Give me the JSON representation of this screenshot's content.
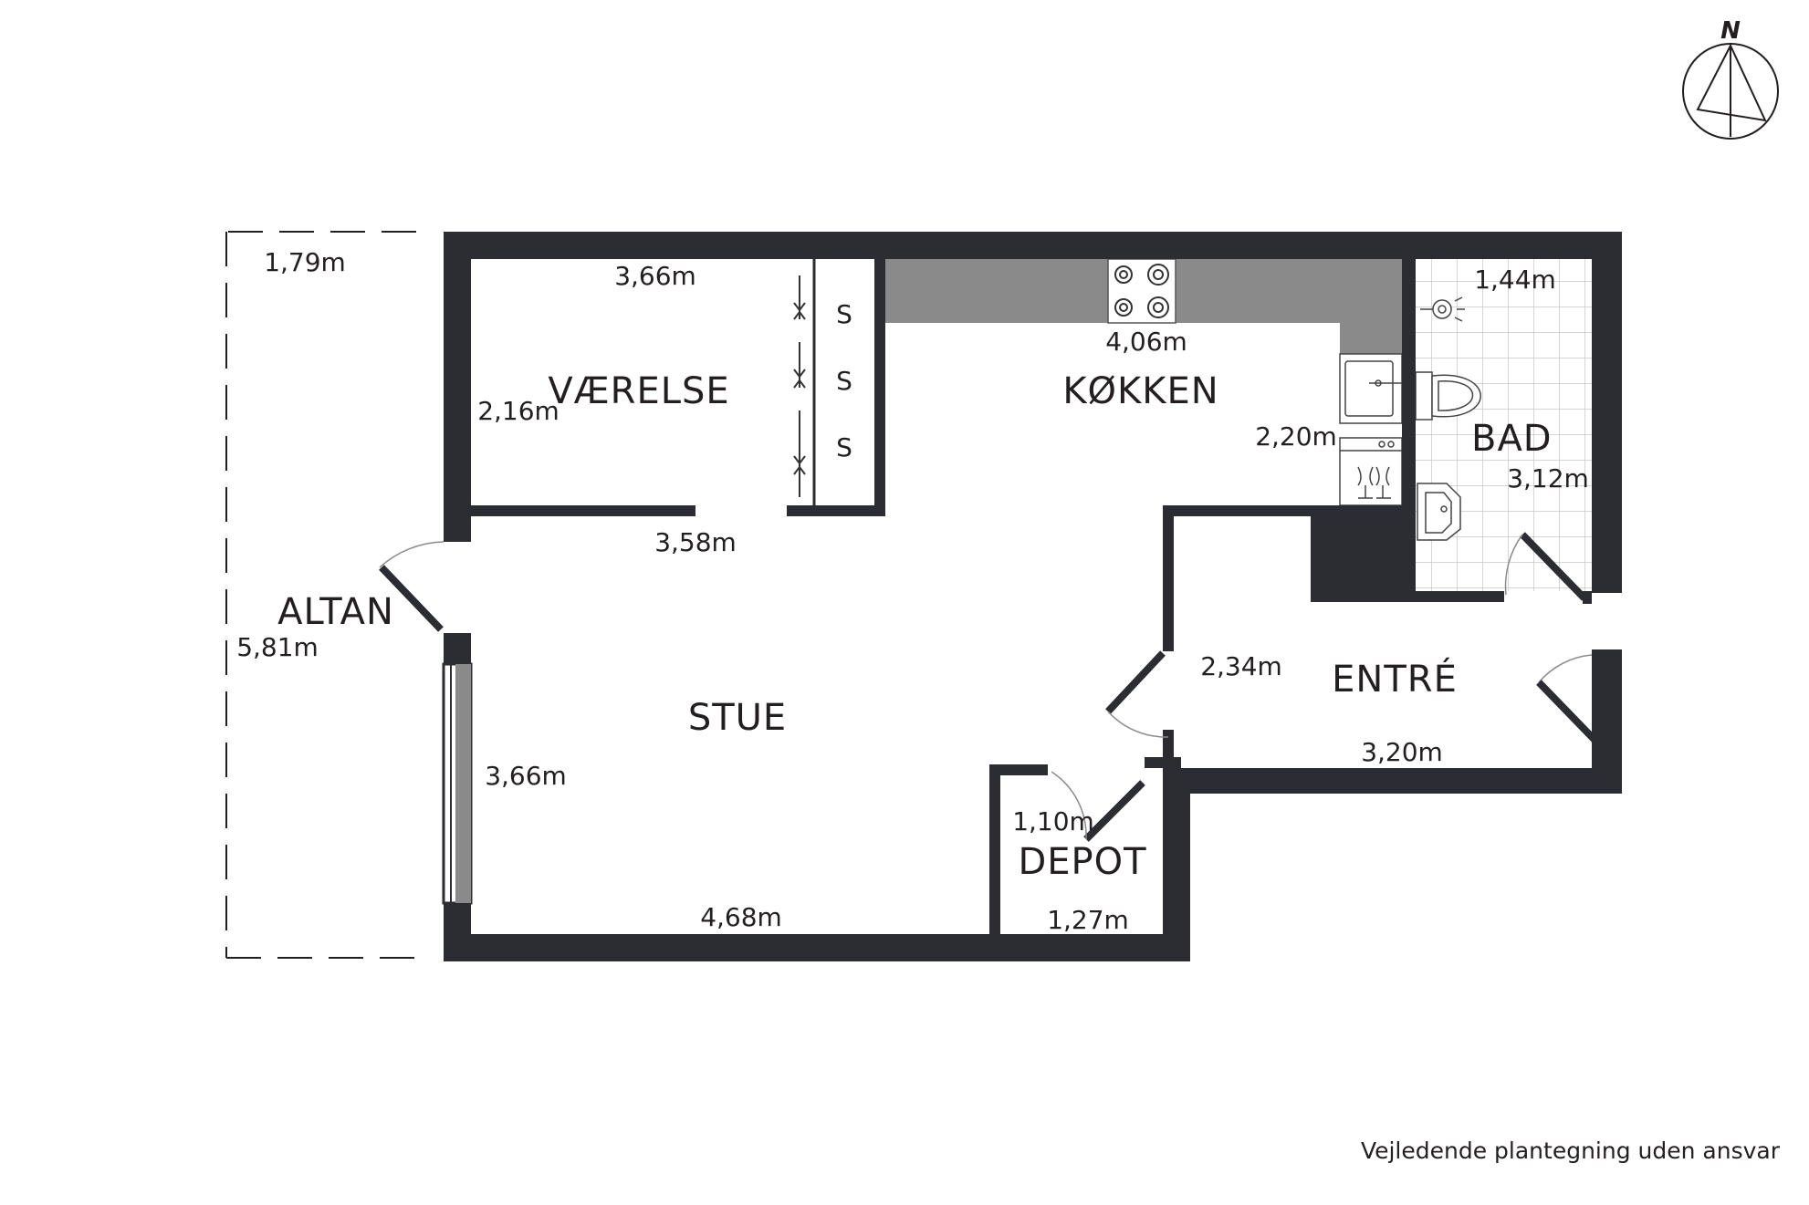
{
  "rooms": {
    "vaerelse": "VÆRELSE",
    "koekken": "KØKKEN",
    "bad": "BAD",
    "stue": "STUE",
    "entre": "ENTRÉ",
    "depot": "DEPOT",
    "altan": "ALTAN"
  },
  "dimensions": {
    "altan_width": "1,79m",
    "altan_length": "5,81m",
    "vaerelse_top": "3,66m",
    "vaerelse_left": "2,16m",
    "vaerelse_bottom": "3,58m",
    "koekken_width": "4,06m",
    "koekken_depth": "2,20m",
    "bad_width": "1,44m",
    "bad_length": "3,12m",
    "entre_depth": "2,34m",
    "entre_width": "3,20m",
    "stue_left": "3,66m",
    "stue_bottom": "4,68m",
    "depot_depth": "1,10m",
    "depot_width": "1,27m"
  },
  "closet": {
    "labels": [
      "S",
      "S",
      "S"
    ]
  },
  "compass": {
    "north": "N"
  },
  "disclaimer": "Vejledende plantegning uden ansvar",
  "colors": {
    "wall": "#2c2d33",
    "counter": "#8a8a8a",
    "tile_grid": "#c8c8c8"
  }
}
